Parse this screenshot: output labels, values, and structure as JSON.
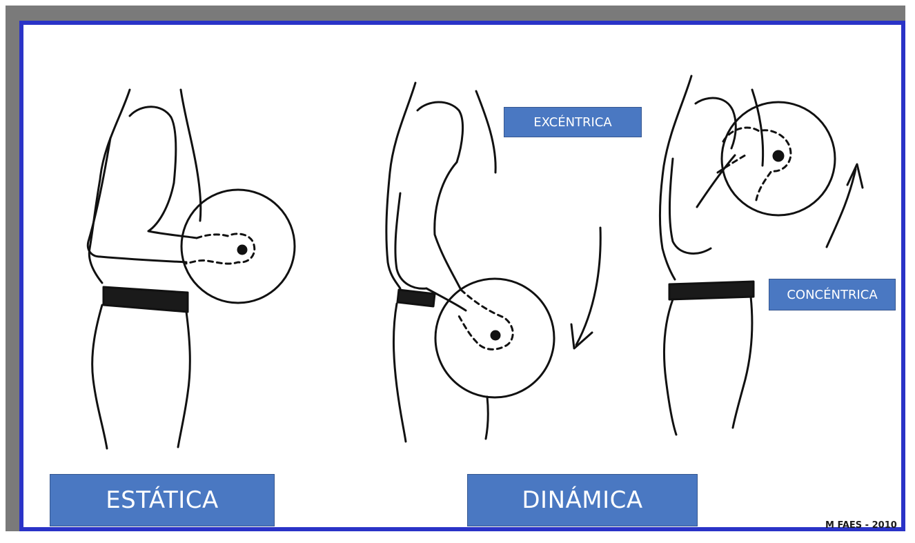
{
  "labels": {
    "estatica": "ESTÁTICA",
    "dinamica": "DINÁMICA",
    "excentrica": "EXCÉNTRICA",
    "concentrica": "CONCÉNTRICA"
  },
  "credit": "M FAES - 2010",
  "colors": {
    "frame_border": "#2a33c7",
    "shadow": "#7a7a7a",
    "label_fill": "#4a78c2",
    "label_text": "#ffffff",
    "ink": "#111111"
  },
  "figures": [
    {
      "name": "static-figure",
      "contraction": "estatica",
      "arm_angle": "horizontal"
    },
    {
      "name": "eccentric-figure",
      "contraction": "excentrica",
      "arm_angle": "lowered",
      "arrow": "down"
    },
    {
      "name": "concentric-figure",
      "contraction": "concentrica",
      "arm_angle": "raised",
      "arrow": "up"
    }
  ]
}
